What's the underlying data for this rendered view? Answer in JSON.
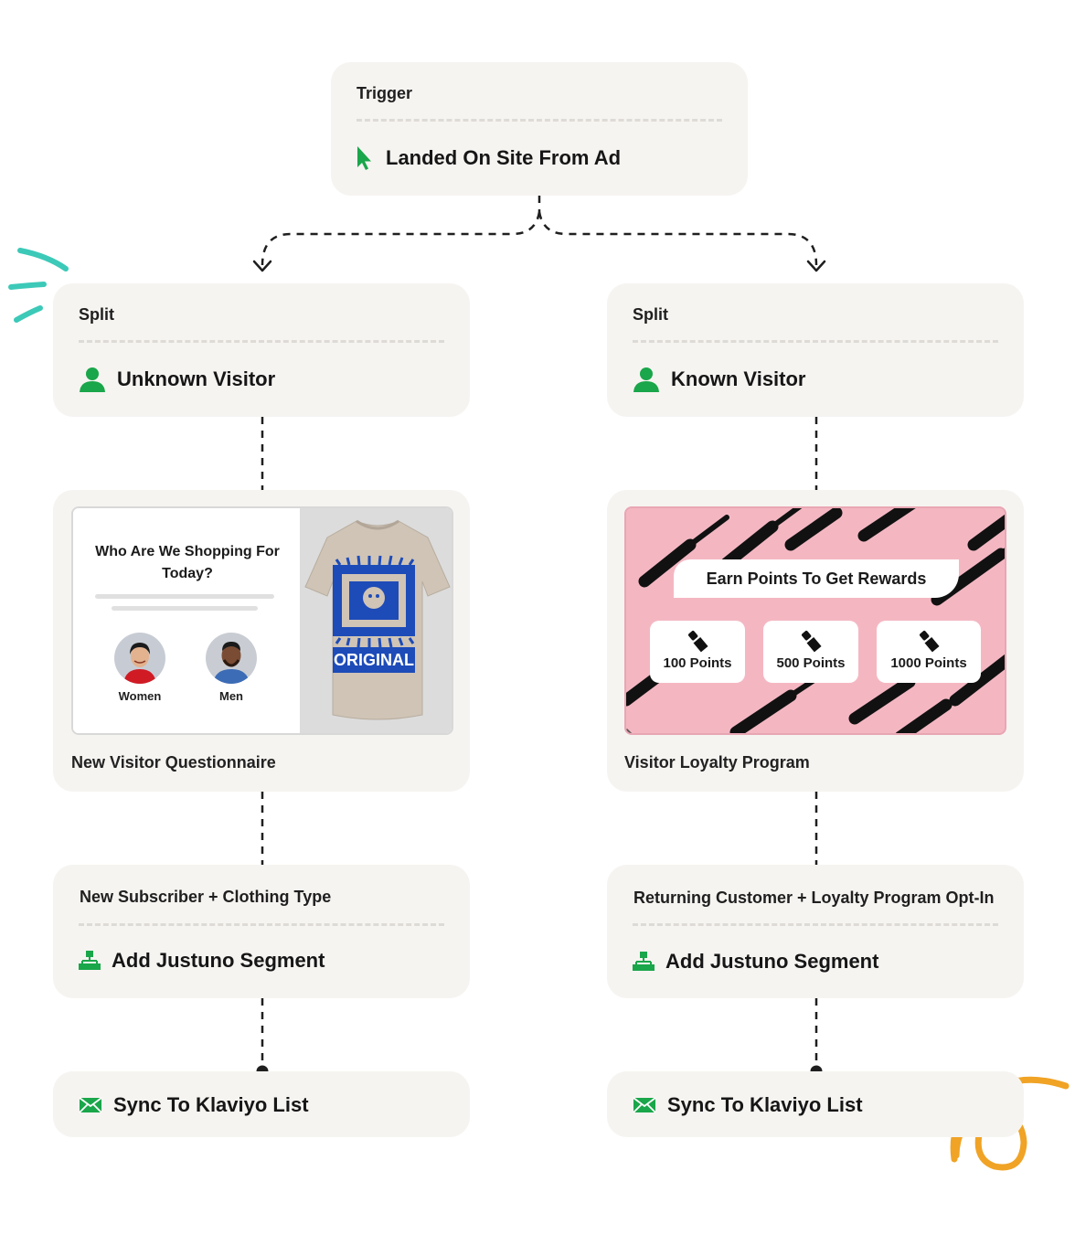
{
  "colors": {
    "card_bg": "#f6f4f1",
    "accent_green": "#1aa64a",
    "connector": "#1f1f1f",
    "decor_teal": "#3cc9b8",
    "decor_orange": "#f0a325",
    "loyalty_pink": "#f4b7c2",
    "questionnaire_blue": "#1d4bb8"
  },
  "trigger": {
    "label": "Trigger",
    "title": "Landed On Site From Ad",
    "icon": "cursor-arrow-icon"
  },
  "left_split": {
    "label": "Split",
    "title": "Unknown Visitor",
    "icon": "user-icon"
  },
  "right_split": {
    "label": "Split",
    "title": "Known Visitor",
    "icon": "user-icon"
  },
  "questionnaire": {
    "heading": "Who Are We Shopping For Today?",
    "options": [
      "Women",
      "Men"
    ],
    "shirt_text": "ORIGINAL",
    "caption": "New Visitor Questionnaire"
  },
  "loyalty": {
    "banner": "Earn Points To Get Rewards",
    "tiers": [
      "100 Points",
      "500 Points",
      "1000 Points"
    ],
    "caption": "Visitor Loyalty Program"
  },
  "left_segment": {
    "label": "New Subscriber + Clothing Type",
    "title": "Add Justuno Segment",
    "icon": "segment-hierarchy-icon"
  },
  "right_segment": {
    "label": "Returning Customer + Loyalty Program Opt-In",
    "title": "Add Justuno Segment",
    "icon": "segment-hierarchy-icon"
  },
  "left_sync": {
    "title": "Sync To Klaviyo List",
    "icon": "envelope-icon"
  },
  "right_sync": {
    "title": "Sync To Klaviyo List",
    "icon": "envelope-icon"
  }
}
